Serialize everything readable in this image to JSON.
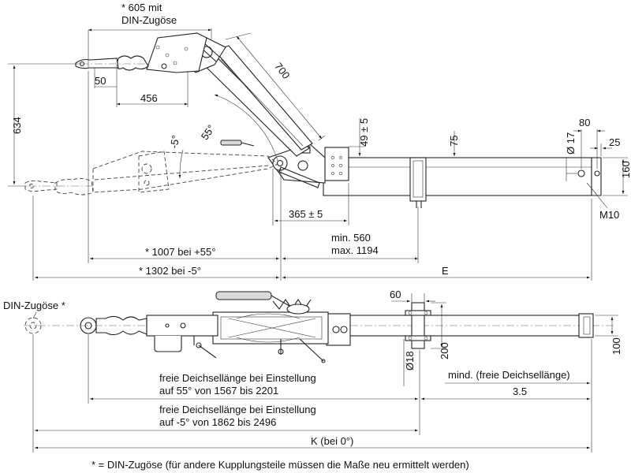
{
  "side_view": {
    "din_note_line1": "* 605 mit",
    "din_note_line2": "DIN-Zugöse",
    "dim_50": "50",
    "dim_456": "456",
    "dim_700": "700",
    "dim_634": "634",
    "angle_55": "55°",
    "angle_minus5": "-5°",
    "dim_49": "49 ± 5",
    "dim_75": "75",
    "dim_80": "80",
    "dim_25": "25",
    "dim_d17": "Ø 17",
    "dim_160": "160",
    "label_m10": "M10",
    "dim_365": "365 ± 5",
    "min_560": "min. 560",
    "max_1194": "max. 1194",
    "dim_1007": "* 1007 bei +55°",
    "dim_1302": "* 1302 bei -5°",
    "dim_e": "E"
  },
  "top_view": {
    "din_label": "DIN-Zugöse *",
    "dim_60": "60",
    "dim_d18": "Ø18",
    "dim_200": "200",
    "dim_100": "100",
    "mind_label": "mind. (freie Deichsellänge)",
    "value_35": "3.5",
    "free_55_line1": "freie Deichsellänge bei Einstellung",
    "free_55_line2": "auf 55° von 1567 bis 2201",
    "free_minus5_line1": "freie Deichsellänge bei Einstellung",
    "free_minus5_line2": "auf -5° von 1862 bis 2496",
    "dim_k": "K (bei 0°)"
  },
  "footnote": "* = DIN-Zugöse (für andere Kupplungsteile müssen die Maße neu ermittelt werden)"
}
